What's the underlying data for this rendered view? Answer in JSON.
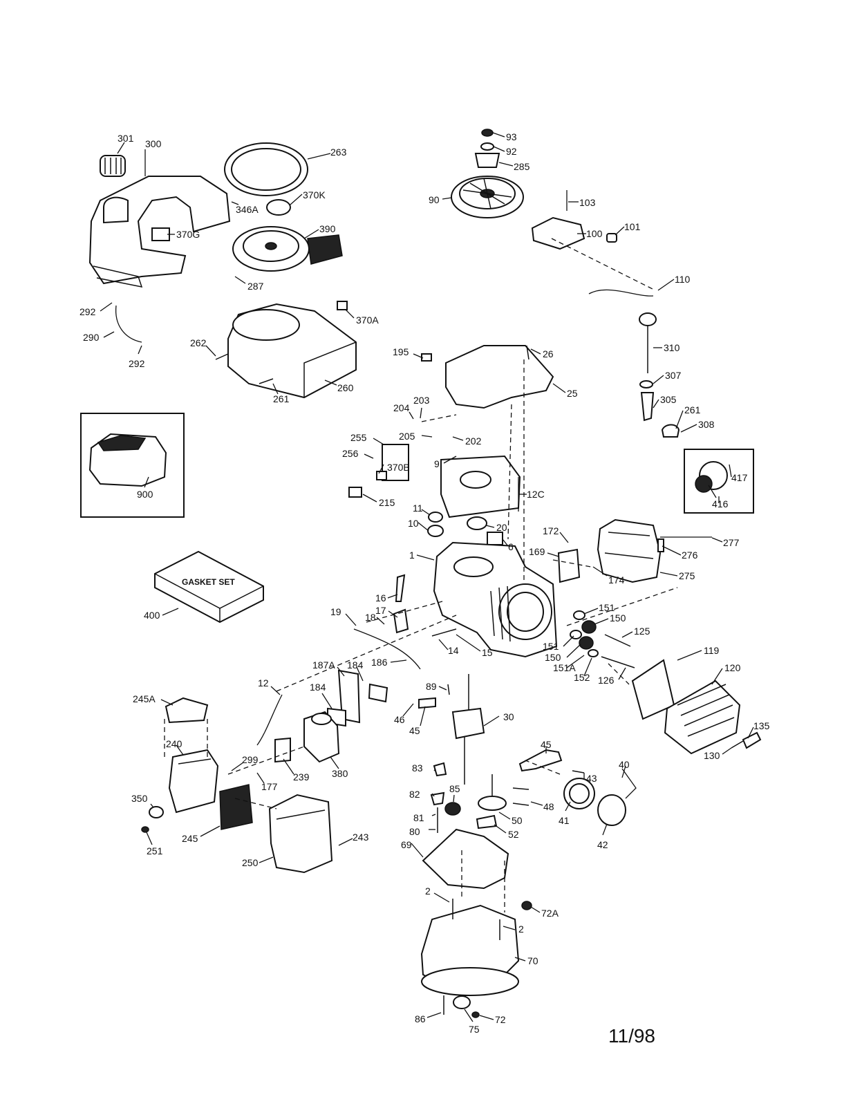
{
  "date_code": "11/98",
  "kit_labels": {
    "gasket_set": "GASKET SET"
  },
  "parts": [
    {
      "id": "301",
      "text": "301"
    },
    {
      "id": "300",
      "text": "300"
    },
    {
      "id": "263",
      "text": "263"
    },
    {
      "id": "93",
      "text": "93"
    },
    {
      "id": "92",
      "text": "92"
    },
    {
      "id": "285",
      "text": "285"
    },
    {
      "id": "370K",
      "text": "370K"
    },
    {
      "id": "346A",
      "text": "346A"
    },
    {
      "id": "90",
      "text": "90"
    },
    {
      "id": "103",
      "text": "103"
    },
    {
      "id": "390",
      "text": "390"
    },
    {
      "id": "370G",
      "text": "370G"
    },
    {
      "id": "100",
      "text": "100"
    },
    {
      "id": "101",
      "text": "101"
    },
    {
      "id": "287",
      "text": "287"
    },
    {
      "id": "110",
      "text": "110"
    },
    {
      "id": "292a",
      "text": "292"
    },
    {
      "id": "370A",
      "text": "370A"
    },
    {
      "id": "290",
      "text": "290"
    },
    {
      "id": "292b",
      "text": "292"
    },
    {
      "id": "262",
      "text": "262"
    },
    {
      "id": "310",
      "text": "310"
    },
    {
      "id": "195",
      "text": "195"
    },
    {
      "id": "26",
      "text": "26"
    },
    {
      "id": "307",
      "text": "307"
    },
    {
      "id": "260",
      "text": "260"
    },
    {
      "id": "261a",
      "text": "261"
    },
    {
      "id": "25",
      "text": "25"
    },
    {
      "id": "305",
      "text": "305"
    },
    {
      "id": "203",
      "text": "203"
    },
    {
      "id": "204",
      "text": "204"
    },
    {
      "id": "261b",
      "text": "261"
    },
    {
      "id": "308",
      "text": "308"
    },
    {
      "id": "255",
      "text": "255"
    },
    {
      "id": "205",
      "text": "205"
    },
    {
      "id": "202",
      "text": "202"
    },
    {
      "id": "256",
      "text": "256"
    },
    {
      "id": "9",
      "text": "9"
    },
    {
      "id": "417",
      "text": "417"
    },
    {
      "id": "370B",
      "text": "370B"
    },
    {
      "id": "12C",
      "text": "12C"
    },
    {
      "id": "900",
      "text": "900"
    },
    {
      "id": "215",
      "text": "215"
    },
    {
      "id": "416",
      "text": "416"
    },
    {
      "id": "11",
      "text": "11"
    },
    {
      "id": "10",
      "text": "10"
    },
    {
      "id": "20",
      "text": "20"
    },
    {
      "id": "172",
      "text": "172"
    },
    {
      "id": "277",
      "text": "277"
    },
    {
      "id": "6",
      "text": "6"
    },
    {
      "id": "1",
      "text": "1"
    },
    {
      "id": "169",
      "text": "169"
    },
    {
      "id": "276",
      "text": "276"
    },
    {
      "id": "174",
      "text": "174"
    },
    {
      "id": "275",
      "text": "275"
    },
    {
      "id": "400",
      "text": "400"
    },
    {
      "id": "16",
      "text": "16"
    },
    {
      "id": "17",
      "text": "17"
    },
    {
      "id": "151a",
      "text": "151"
    },
    {
      "id": "19",
      "text": "19"
    },
    {
      "id": "18",
      "text": "18"
    },
    {
      "id": "150a",
      "text": "150"
    },
    {
      "id": "125",
      "text": "125"
    },
    {
      "id": "14",
      "text": "14"
    },
    {
      "id": "15",
      "text": "15"
    },
    {
      "id": "151b",
      "text": "151"
    },
    {
      "id": "119",
      "text": "119"
    },
    {
      "id": "150b",
      "text": "150"
    },
    {
      "id": "187A",
      "text": "187A"
    },
    {
      "id": "184a",
      "text": "184"
    },
    {
      "id": "186",
      "text": "186"
    },
    {
      "id": "151A",
      "text": "151A"
    },
    {
      "id": "120",
      "text": "120"
    },
    {
      "id": "152",
      "text": "152"
    },
    {
      "id": "126",
      "text": "126"
    },
    {
      "id": "12",
      "text": "12"
    },
    {
      "id": "89",
      "text": "89"
    },
    {
      "id": "184b",
      "text": "184"
    },
    {
      "id": "245A",
      "text": "245A"
    },
    {
      "id": "46",
      "text": "46"
    },
    {
      "id": "30",
      "text": "30"
    },
    {
      "id": "45a",
      "text": "45"
    },
    {
      "id": "135",
      "text": "135"
    },
    {
      "id": "240",
      "text": "240"
    },
    {
      "id": "45b",
      "text": "45"
    },
    {
      "id": "130",
      "text": "130"
    },
    {
      "id": "299",
      "text": "299"
    },
    {
      "id": "40",
      "text": "40"
    },
    {
      "id": "83",
      "text": "83"
    },
    {
      "id": "177",
      "text": "177"
    },
    {
      "id": "239",
      "text": "239"
    },
    {
      "id": "380",
      "text": "380"
    },
    {
      "id": "43",
      "text": "43"
    },
    {
      "id": "82",
      "text": "82"
    },
    {
      "id": "85",
      "text": "85"
    },
    {
      "id": "350",
      "text": "350"
    },
    {
      "id": "48",
      "text": "48"
    },
    {
      "id": "81",
      "text": "81"
    },
    {
      "id": "50",
      "text": "50"
    },
    {
      "id": "41",
      "text": "41"
    },
    {
      "id": "80",
      "text": "80"
    },
    {
      "id": "52",
      "text": "52"
    },
    {
      "id": "42",
      "text": "42"
    },
    {
      "id": "243",
      "text": "243"
    },
    {
      "id": "245",
      "text": "245"
    },
    {
      "id": "251",
      "text": "251"
    },
    {
      "id": "69",
      "text": "69"
    },
    {
      "id": "250",
      "text": "250"
    },
    {
      "id": "2a",
      "text": "2"
    },
    {
      "id": "72A",
      "text": "72A"
    },
    {
      "id": "2b",
      "text": "2"
    },
    {
      "id": "70",
      "text": "70"
    },
    {
      "id": "86",
      "text": "86"
    },
    {
      "id": "72",
      "text": "72"
    },
    {
      "id": "75",
      "text": "75"
    }
  ]
}
